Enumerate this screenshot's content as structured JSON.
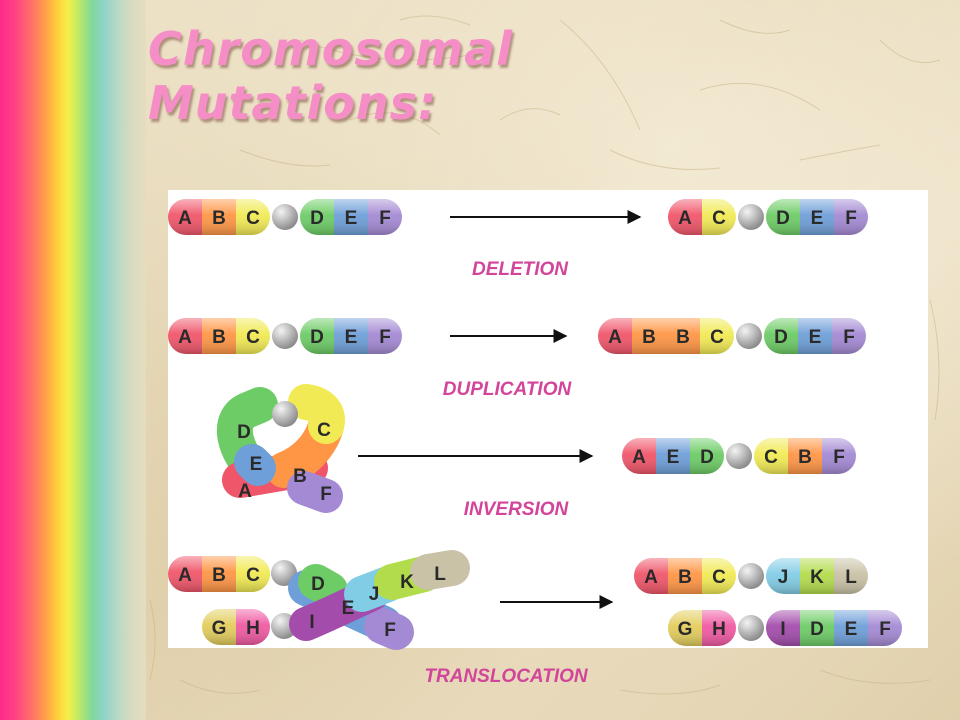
{
  "slide": {
    "title_line1": "Chromosomal",
    "title_line2": "Mutations:"
  },
  "labels": {
    "deletion": "DELETION",
    "duplication": "DUPLICATION",
    "inversion": "INVERSION",
    "translocation": "TRANSLOCATION"
  },
  "genes": {
    "del_before": [
      "A",
      "B",
      "C",
      "D",
      "E",
      "F"
    ],
    "del_after": [
      "A",
      "C",
      "D",
      "E",
      "F"
    ],
    "dup_before": [
      "A",
      "B",
      "C",
      "D",
      "E",
      "F"
    ],
    "dup_after": [
      "A",
      "B",
      "B",
      "C",
      "D",
      "E",
      "F"
    ],
    "inv_loop": [
      "D",
      "C",
      "E",
      "B",
      "A",
      "F"
    ],
    "inv_after": [
      "A",
      "E",
      "D",
      "C",
      "B",
      "F"
    ],
    "tr_before_top": [
      "A",
      "B",
      "C"
    ],
    "tr_before_bottom": [
      "G",
      "H"
    ],
    "tr_cross": [
      "D",
      "J",
      "K",
      "L",
      "E",
      "I",
      "F"
    ],
    "tr_after_top": [
      "A",
      "B",
      "C",
      "J",
      "K",
      "L"
    ],
    "tr_after_bottom": [
      "G",
      "H",
      "I",
      "D",
      "E",
      "F"
    ]
  },
  "colors": {
    "A": "#f0566a",
    "B": "#ff9646",
    "C": "#f1ea55",
    "D": "#6dcc66",
    "E": "#6f9fd8",
    "F": "#a48ad4",
    "G": "#e3cd5d",
    "H": "#f05aa3",
    "I": "#a34cac",
    "J": "#82cde6",
    "K": "#b3dc4c",
    "L": "#c9c2a6",
    "centromere": "#b8b8b8",
    "label": "#d2459a",
    "title": "#f58ec6"
  }
}
